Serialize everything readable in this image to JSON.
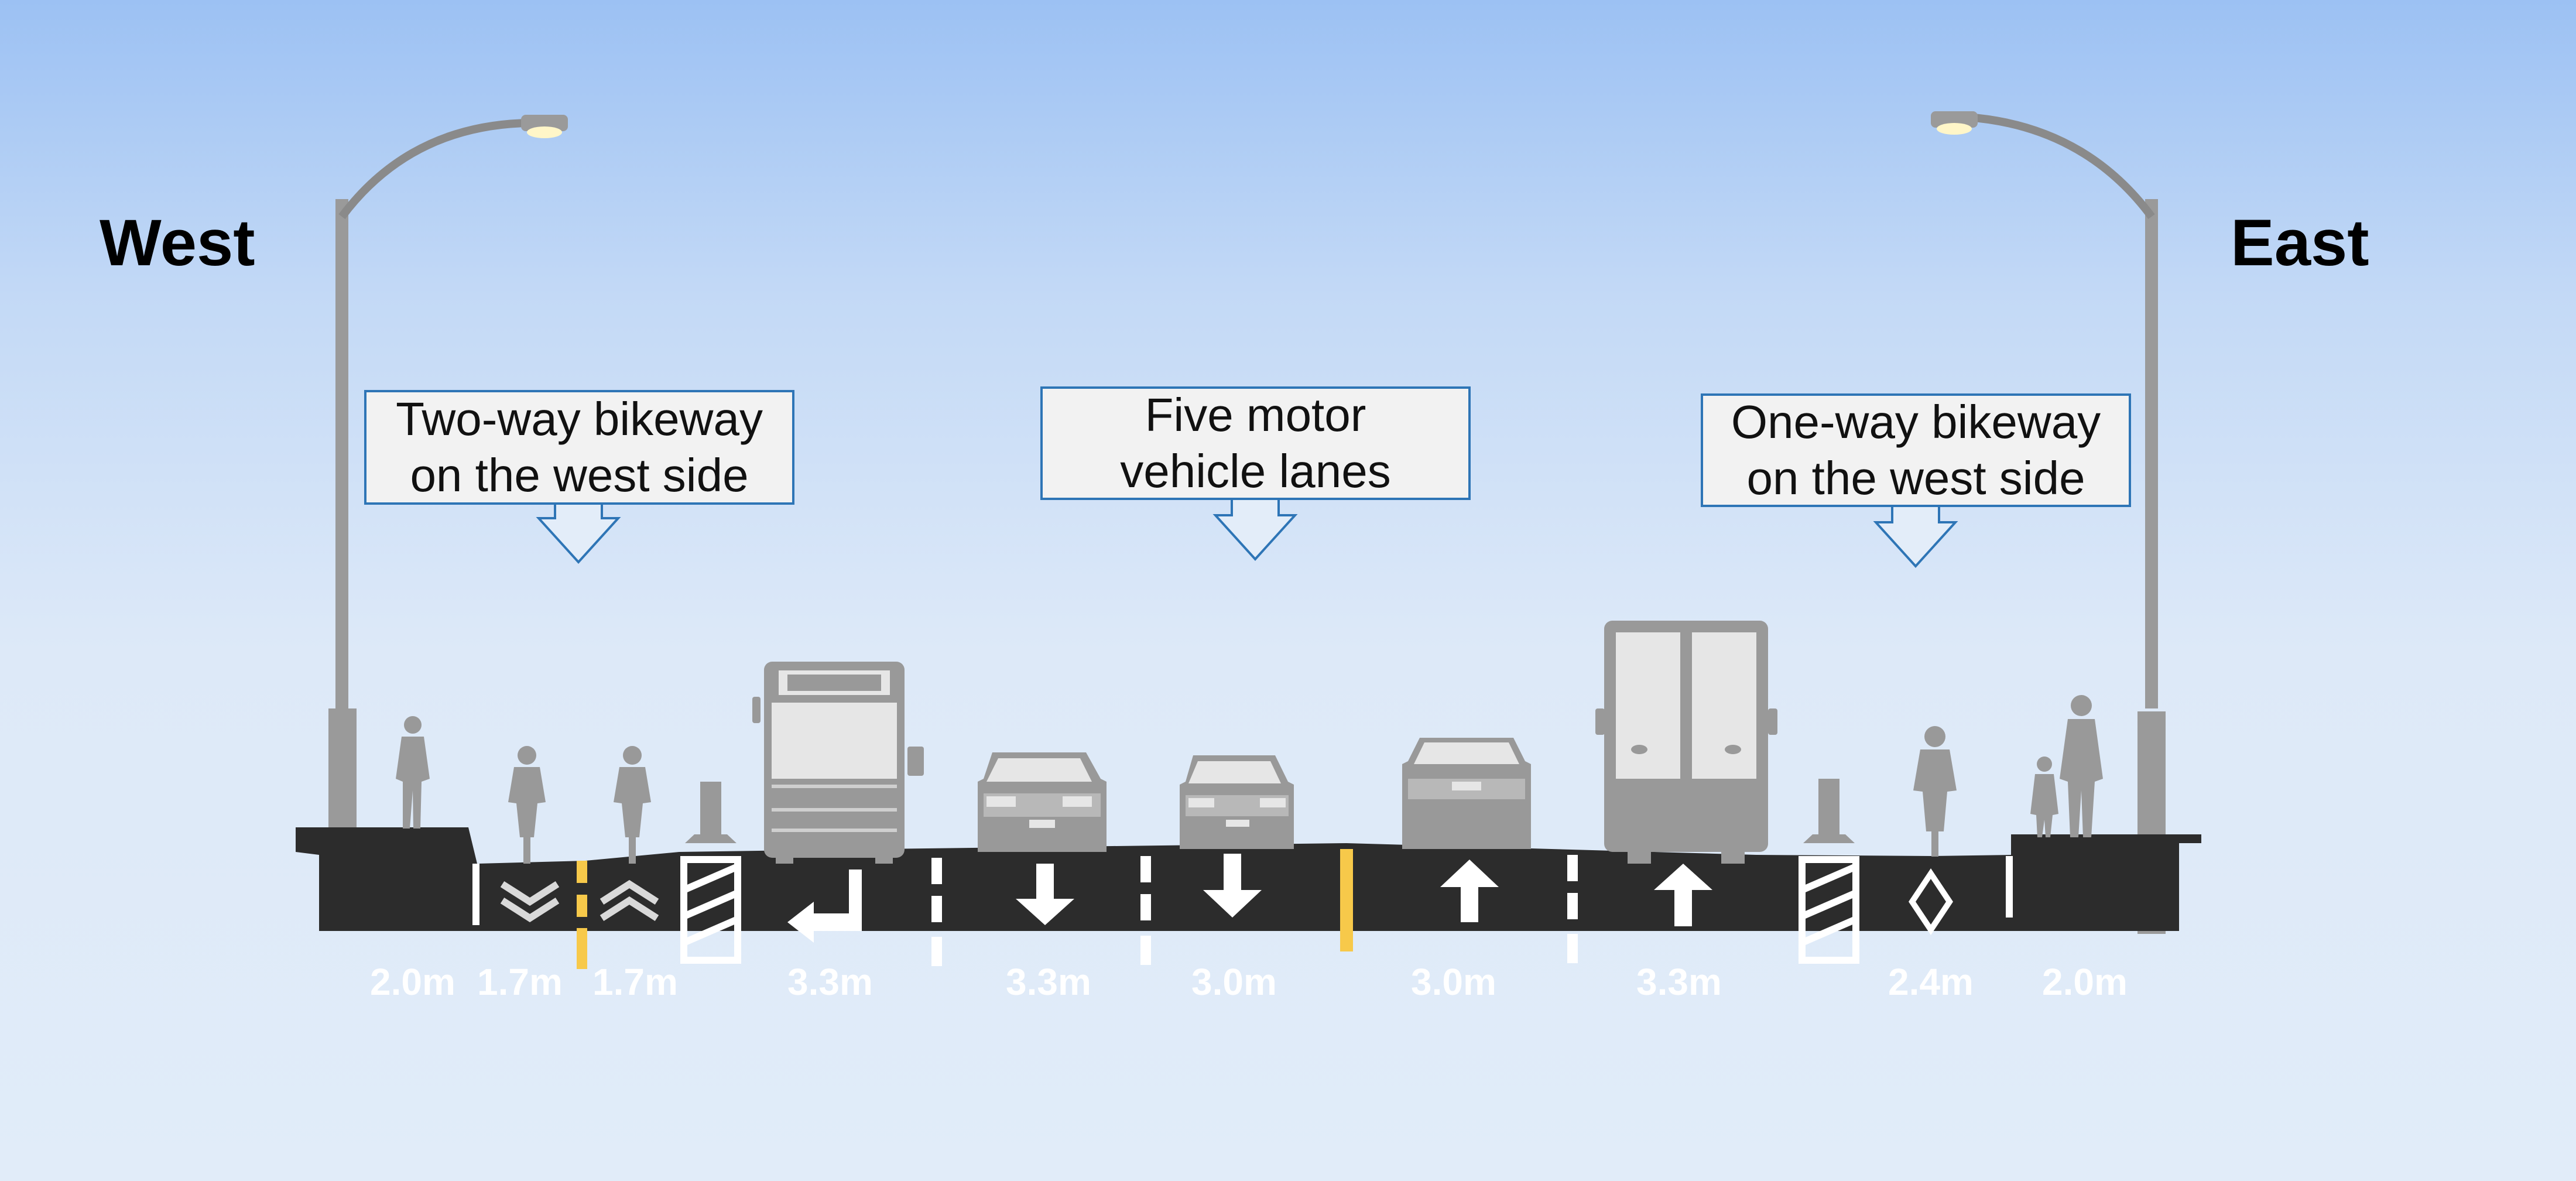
{
  "directions": {
    "west": "West",
    "east": "East"
  },
  "callouts": {
    "two_way_bikeway": [
      "Two-way bikeway",
      "on the west side"
    ],
    "motor_lanes": [
      "Five motor",
      "vehicle lanes"
    ],
    "one_way_bikeway": [
      "One-way bikeway",
      "on the west side"
    ]
  },
  "lane_widths": {
    "west_sidewalk": "2.0m",
    "bike_lane_1": "1.7m",
    "bike_lane_2": "1.7m",
    "turn_lane": "3.3m",
    "southbound_1": "3.3m",
    "southbound_2": "3.0m",
    "northbound_1": "3.0m",
    "northbound_2": "3.3m",
    "east_bike_lane": "2.4m",
    "east_sidewalk": "2.0m"
  },
  "colors": {
    "road": "#2c2c2c",
    "silhouette": "#999999",
    "center_line": "#f7c94a",
    "lane_marking": "#ffffff",
    "callout_border": "#2e75b6",
    "callout_fill": "#f2f2f2"
  }
}
